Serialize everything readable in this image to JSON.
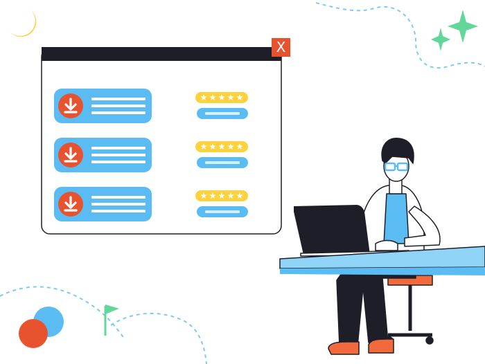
{
  "window": {
    "close_label": "X",
    "items": [
      {
        "kind": "download",
        "rating": 5
      },
      {
        "kind": "download",
        "rating": 5
      },
      {
        "kind": "download",
        "rating": 5
      }
    ]
  },
  "icons": {
    "moon": "crescent-moon-icon",
    "sparkles": "sparkle-icon",
    "flag": "flag-icon",
    "download": "download-arrow-icon",
    "star": "star-icon"
  },
  "colors": {
    "accent_blue": "#5bbcf3",
    "accent_orange": "#e8532f",
    "star_yellow": "#fcd23e",
    "moon_yellow": "#fcd23e",
    "sparkle_green": "#62d79a",
    "desk_blue": "#8fd3f7",
    "ink": "#1e1e28"
  }
}
